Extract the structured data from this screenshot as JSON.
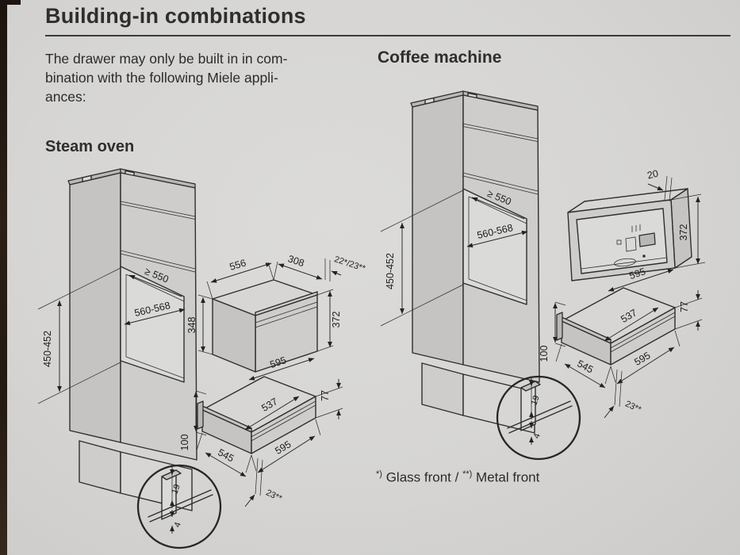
{
  "page": {
    "title": "Building-in combinations"
  },
  "intro": {
    "line1": "The drawer may only be built in in com-",
    "line2": "bination with the following Miele appli-",
    "line3": "ances:"
  },
  "sections": {
    "steam": {
      "heading": "Steam oven"
    },
    "coffee": {
      "heading": "Coffee machine"
    }
  },
  "dims": {
    "niche_depth": "≥ 550",
    "niche_width": "560-568",
    "niche_height": "450-452",
    "oven_depth": "556",
    "oven_top": "308",
    "oven_front": "22*/23**",
    "oven_height_side": "348",
    "unit_height": "372",
    "unit_width": "595",
    "machine_gap": "20",
    "drawer_depth": "537",
    "drawer_front_height": "77",
    "plinth_height": "100",
    "drawer_depth_bottom": "545",
    "drawer_width_bottom": "595",
    "drawer_front": "23**",
    "detail_lip": "19",
    "detail_gap": "4"
  },
  "footnote": {
    "marker1": "*)",
    "text1": "Glass front /",
    "marker2": "**)",
    "text2": "Metal front"
  },
  "colors": {
    "paper": "#d6d5d3",
    "ink": "#2e2e2e",
    "panel_gray": "#c5c4c2"
  }
}
